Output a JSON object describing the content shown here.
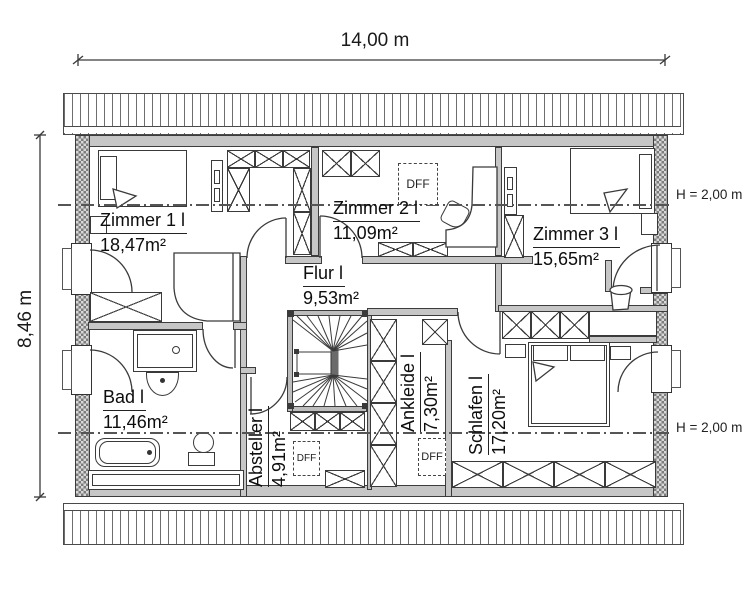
{
  "dimensions": {
    "width_label": "14,00 m",
    "height_label": "8,46 m"
  },
  "height_markers": [
    {
      "label": "H = 2,00 m"
    },
    {
      "label": "H = 2,00 m"
    }
  ],
  "rooms": [
    {
      "id": "zimmer1",
      "name": "Zimmer 1 l",
      "area": "18,47m²"
    },
    {
      "id": "zimmer2",
      "name": "Zimmer 2 l",
      "area": "11,09m²"
    },
    {
      "id": "zimmer3",
      "name": "Zimmer 3 l",
      "area": "15,65m²"
    },
    {
      "id": "flur",
      "name": "Flur l",
      "area": "9,53m²"
    },
    {
      "id": "bad",
      "name": "Bad l",
      "area": "11,46m²"
    },
    {
      "id": "absteller",
      "name": "Absteller l",
      "area": "4,91m²"
    },
    {
      "id": "ankleide",
      "name": "Ankleide l",
      "area": "7,30m²"
    },
    {
      "id": "schlafen",
      "name": "Schlafen l",
      "area": "17,20m²"
    }
  ],
  "skylights": [
    {
      "label": "DFF"
    },
    {
      "label": "DFF"
    },
    {
      "label": "DFF"
    }
  ]
}
